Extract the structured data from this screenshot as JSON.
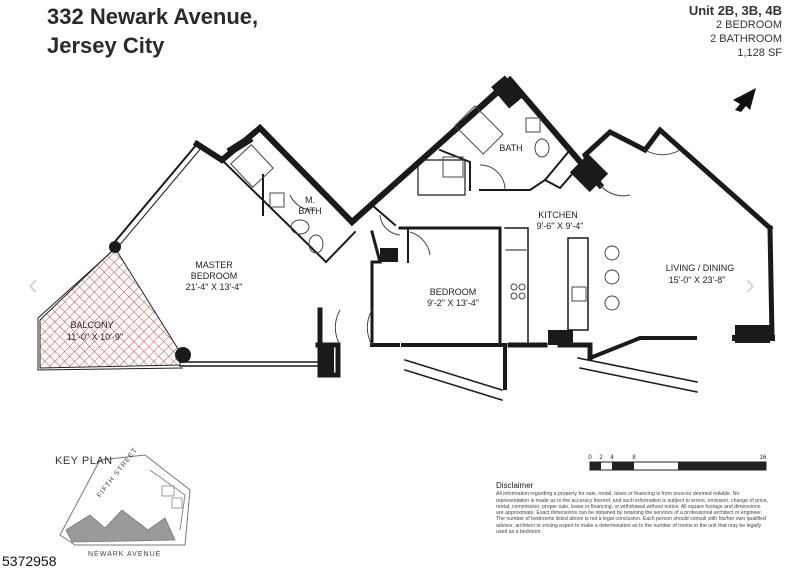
{
  "header": {
    "address_line1": "332 Newark Avenue,",
    "address_line2": "Jersey City",
    "unit": "Unit 2B, 3B, 4B",
    "bedrooms": "2 BEDROOM",
    "bathrooms": "2 BATHROOM",
    "area": "1,128 SF"
  },
  "rooms": {
    "master_bath": [
      "M.",
      "BATH"
    ],
    "bath": "BATH",
    "master_bedroom": {
      "name": "MASTER",
      "name2": "BEDROOM",
      "dims": "21'-4\" X 13'-4\""
    },
    "balcony": {
      "name": "BALCONY",
      "dims": "11'-0\" X 10'-9\""
    },
    "kitchen": {
      "name": "KITCHEN",
      "dims": "9'-6\" X 9'-4\""
    },
    "bedroom": {
      "name": "BEDROOM",
      "dims": "9'-2\" X 13'-4\""
    },
    "living": {
      "name": "LIVING / DINING",
      "dims": "15'-0\" X 23'-8\""
    }
  },
  "scale": {
    "ticks": [
      "0",
      "2",
      "4",
      "8",
      "16"
    ]
  },
  "key_plan": {
    "label": "KEY PLAN",
    "street1": "FIFTH STREET",
    "street2": "NEWARK AVENUE"
  },
  "disclaimer": {
    "heading": "Disclaimer",
    "text": "All information regarding a property for sale, rental, taxes or financing is from sources deemed reliable. No representation is made as to the accuracy thereof, and such information is subject to errors, omission, change of price, rental, commission, proper sale, lease or financing, or withdrawal without notice. All square footage and dimensions are approximate. Exact dimensions can be obtained by retaining the services of a professional architect or engineer. The number of bedrooms listed above is not a legal conclusion. Each person should consult with his/her own qualified advisor, architect or zoning expert to make a determination as to the number of rooms in the unit that may be legally used as a bedroom."
  },
  "listing_id": "5372958",
  "nav": {
    "prev": "‹",
    "next": "›"
  },
  "colors": {
    "wall": "#1a1a1a",
    "hatch": "#c0392b",
    "keyplan_fill": "#9a9a9a"
  }
}
